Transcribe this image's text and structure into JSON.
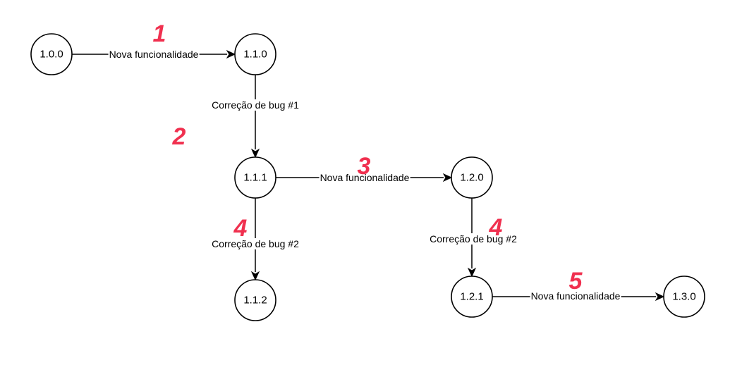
{
  "diagram": {
    "accent_color": "#f0304f",
    "nodes": [
      {
        "id": "n100",
        "label": "1.0.0"
      },
      {
        "id": "n110",
        "label": "1.1.0"
      },
      {
        "id": "n111",
        "label": "1.1.1"
      },
      {
        "id": "n120",
        "label": "1.2.0"
      },
      {
        "id": "n112",
        "label": "1.1.2"
      },
      {
        "id": "n121",
        "label": "1.2.1"
      },
      {
        "id": "n130",
        "label": "1.3.0"
      }
    ],
    "edges": [
      {
        "from": "n100",
        "to": "n110",
        "label": "Nova funcionalidade"
      },
      {
        "from": "n110",
        "to": "n111",
        "label": "Correção de bug #1"
      },
      {
        "from": "n111",
        "to": "n120",
        "label": "Nova funcionalidade"
      },
      {
        "from": "n111",
        "to": "n112",
        "label": "Correção de bug #2"
      },
      {
        "from": "n120",
        "to": "n121",
        "label": "Correção de bug #2"
      },
      {
        "from": "n121",
        "to": "n130",
        "label": "Nova funcionalidade"
      }
    ],
    "step_markers": [
      "1",
      "2",
      "3",
      "4",
      "4",
      "5"
    ]
  }
}
